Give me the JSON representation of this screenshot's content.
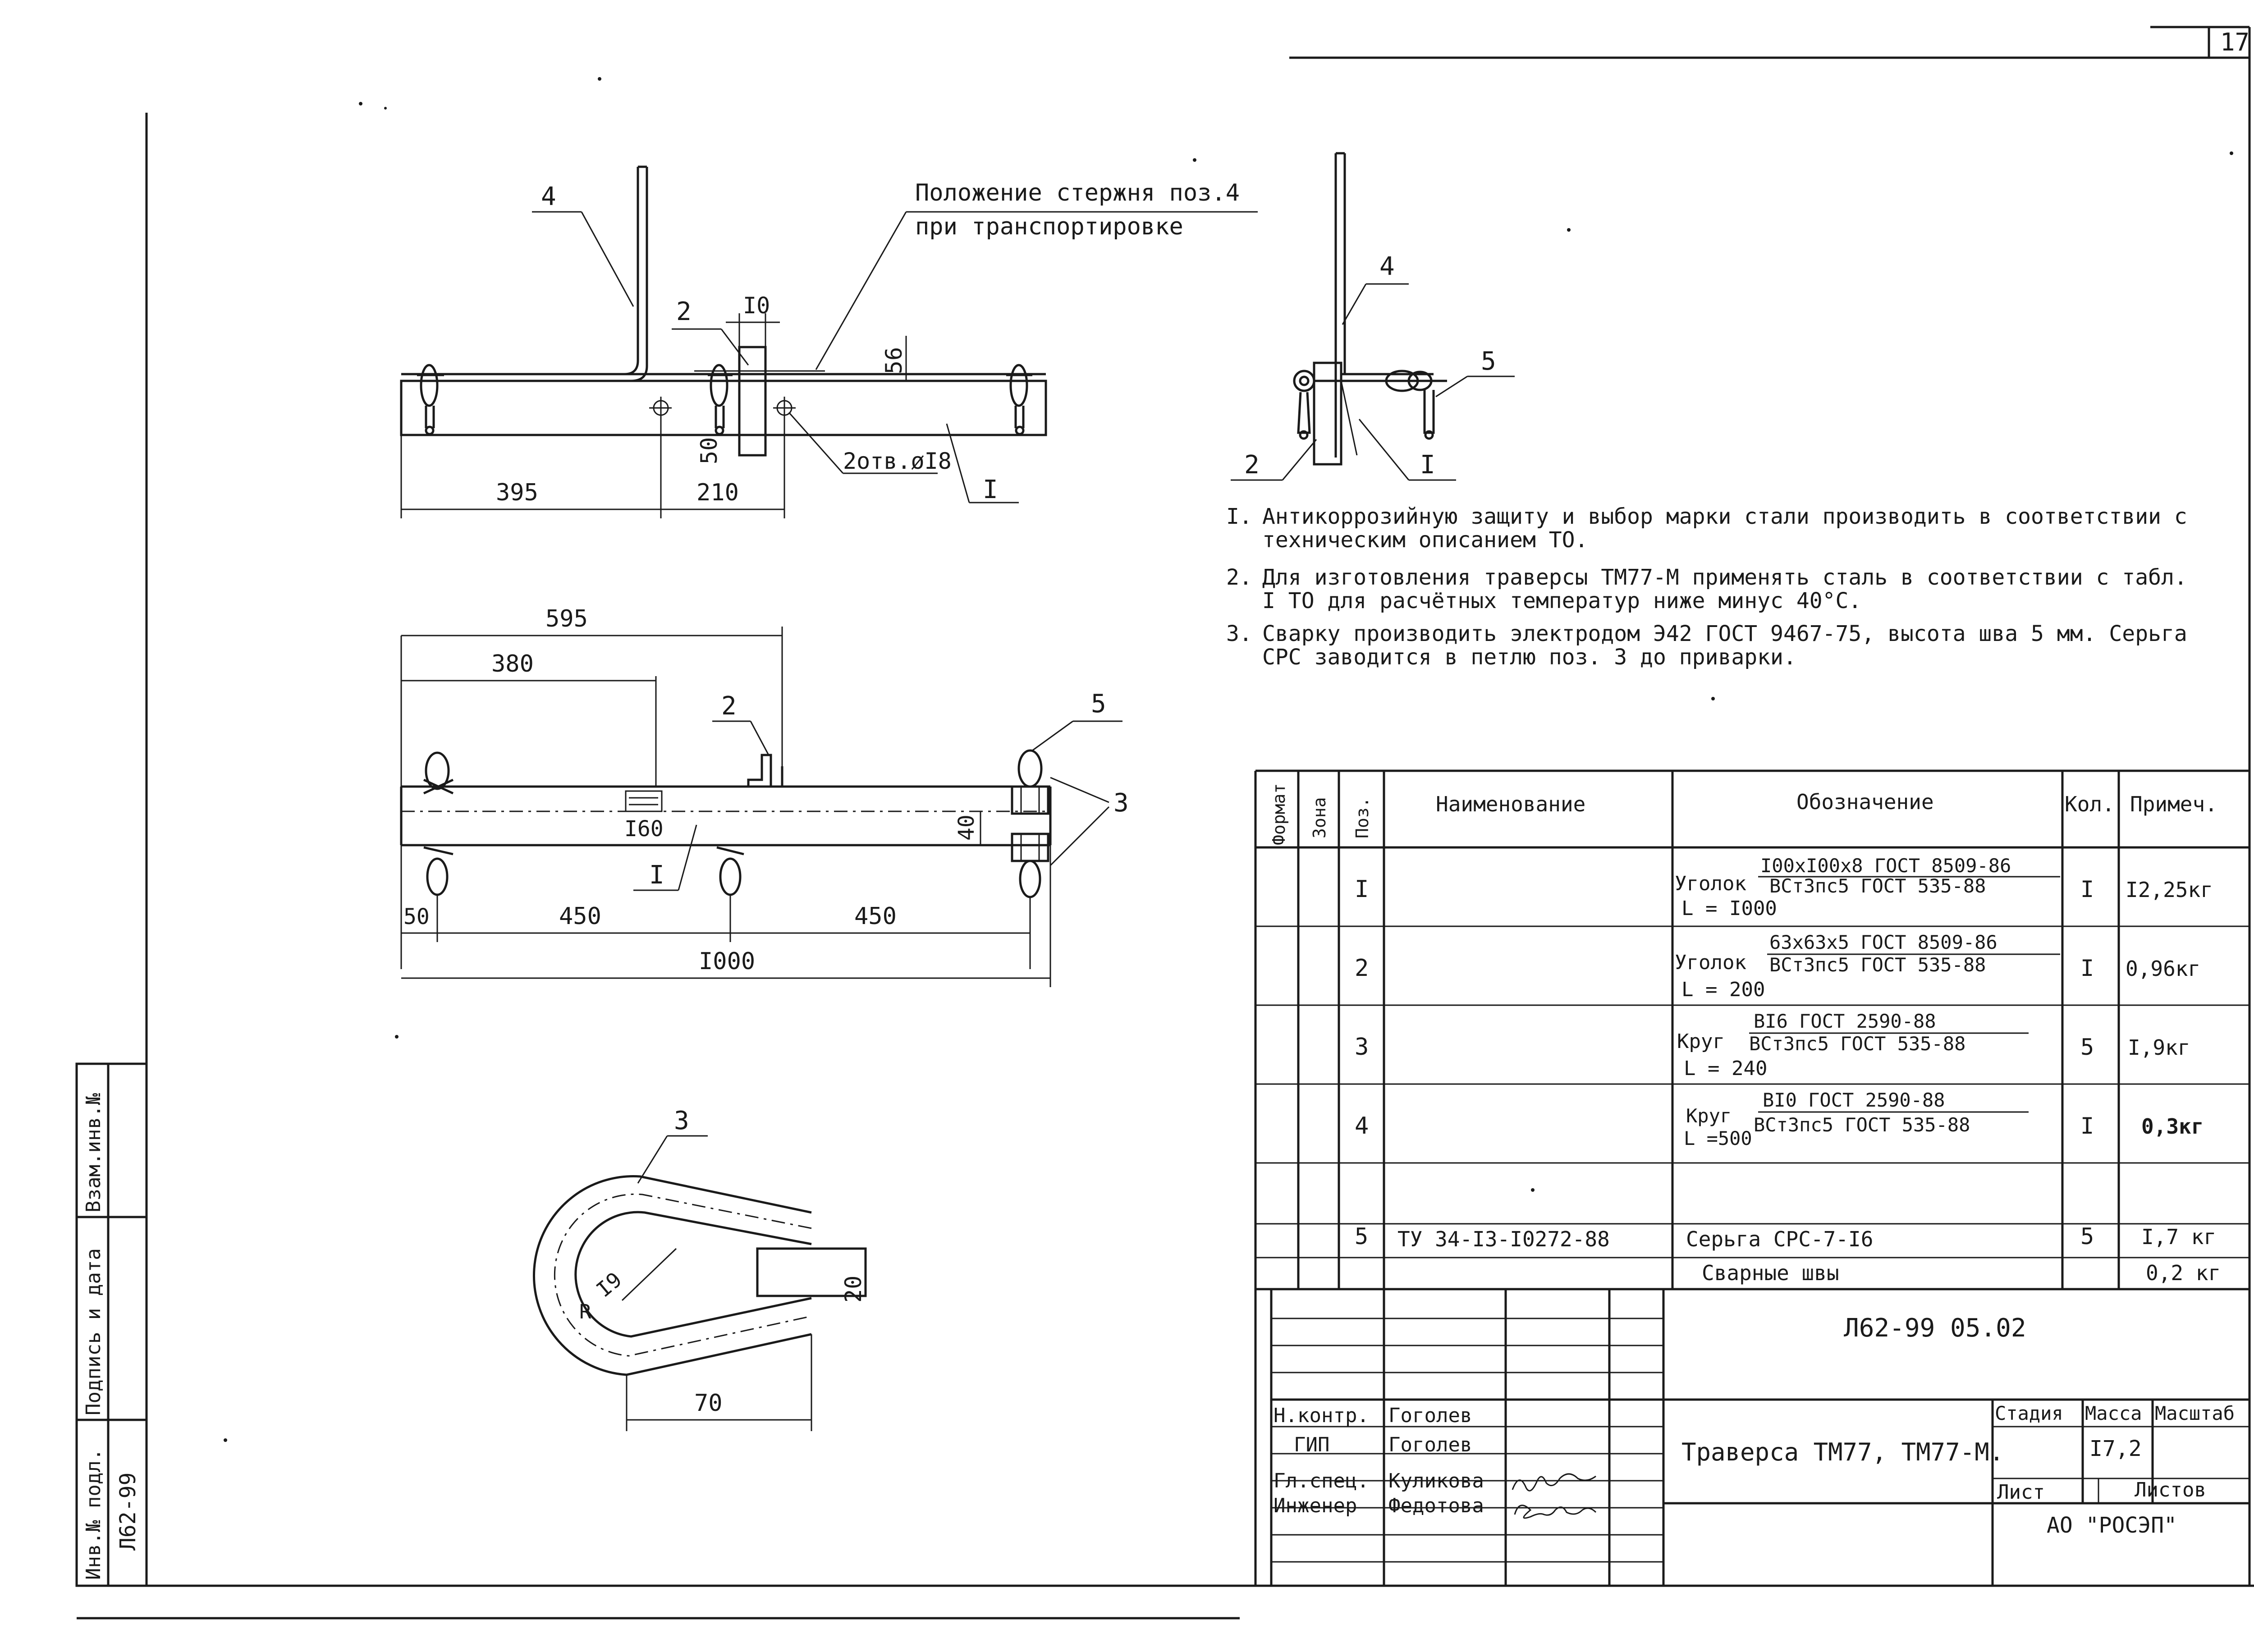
{
  "sheet": {
    "corner_number": "17"
  },
  "side_stamp": {
    "inv_podl": "Инв.№ подл.",
    "podpis_data": "Подпись и дата",
    "vzam_inv": "Взам.инв.№",
    "inv_value": "Л62-99"
  },
  "view_top": {
    "caption_line1": "Положение стержня поз.4",
    "caption_line2": "при транспортировке",
    "leaders": {
      "p4": "4",
      "p2": "2",
      "p1": "I"
    },
    "dims": {
      "d395": "395",
      "d210": "210",
      "d10": "I0",
      "d56": "56",
      "d50": "50",
      "holes": "2отв.øI8"
    }
  },
  "view_side": {
    "leaders": {
      "p4": "4",
      "p5": "5",
      "p2": "2",
      "p1": "I"
    }
  },
  "view_plan": {
    "leaders": {
      "p2": "2",
      "p5": "5",
      "p3": "3",
      "p1": "I"
    },
    "dims": {
      "d595": "595",
      "d380": "380",
      "d160": "I60",
      "d40": "40",
      "d50": "50",
      "d450a": "450",
      "d450b": "450",
      "d1000": "I000"
    }
  },
  "view_loop": {
    "leaders": {
      "p3": "3"
    },
    "dims": {
      "r": "R",
      "r19": "I9",
      "d20": "20",
      "d70": "70"
    }
  },
  "notes": [
    {
      "num": "I.",
      "text": "Антикоррозийную защиту и выбор марки стали производить в соответствии с техническим описанием ТО."
    },
    {
      "num": "2.",
      "text": "Для изготовления траверсы ТМ77-М применять сталь в соответствии с табл. I ТО для расчётных температур ниже минус 40°С."
    },
    {
      "num": "3.",
      "text": "Сварку производить электродом Э42 ГОСТ 9467-75, высота шва 5 мм. Серьга СРС заводится в петлю поз. 3 до приварки."
    }
  ],
  "spec": {
    "headers": {
      "format": "Формат",
      "zone": "Зона",
      "pos": "Поз.",
      "name": "Наименование",
      "designation": "Обозначение",
      "qty": "Кол.",
      "note": "Примеч."
    },
    "rows": [
      {
        "pos": "I",
        "name": "",
        "prefix": "Уголок",
        "line1": "I00xI00x8 ГОСТ 8509-86",
        "line2": "ВСт3пс5 ГОСТ 535-88",
        "line3": "L = I000",
        "qty": "I",
        "note": "I2,25кг"
      },
      {
        "pos": "2",
        "name": "",
        "prefix": "Уголок",
        "line1": "63x63x5 ГОСТ 8509-86",
        "line2": "ВСт3пс5 ГОСТ 535-88",
        "line3": "L = 200",
        "qty": "I",
        "note": "0,96кг"
      },
      {
        "pos": "3",
        "name": "",
        "prefix": "Круг",
        "line1": "BI6 ГОСТ 2590-88",
        "line2": "ВСт3пс5 ГОСТ 535-88",
        "line3": "L = 240",
        "qty": "5",
        "note": "I,9кг"
      },
      {
        "pos": "4",
        "name": "",
        "prefix": "Круг",
        "line1": "BI0 ГОСТ 2590-88",
        "line2": "ВСт3пс5 ГОСТ 535-88",
        "line3": "L =500",
        "qty": "I",
        "note": "0,3кг"
      }
    ],
    "row5": {
      "pos": "5",
      "name": "ТУ 34-I3-I0272-88",
      "designation": "Серьга СРС-7-I6",
      "qty": "5",
      "note": "I,7 кг"
    },
    "welds": {
      "designation": "Сварные швы",
      "note": "0,2 кг"
    }
  },
  "title_block": {
    "doc_number": "Л62-99 05.02",
    "title": "Траверса  ТМ77, ТМ77-М.",
    "roles": [
      {
        "role": "Н.контр.",
        "name": "Гоголев"
      },
      {
        "role": "ГИП",
        "name": "Гоголев"
      },
      {
        "role": "Гл.спец.",
        "name": "Куликова"
      },
      {
        "role": "Инженер",
        "name": "Федотова"
      }
    ],
    "stage_label": "Стадия",
    "mass_label": "Масса",
    "scale_label": "Масштаб",
    "mass_value": "I7,2",
    "sheet_label": "Лист",
    "sheets_label": "Листов",
    "org": "АО \"РОСЭП\""
  }
}
